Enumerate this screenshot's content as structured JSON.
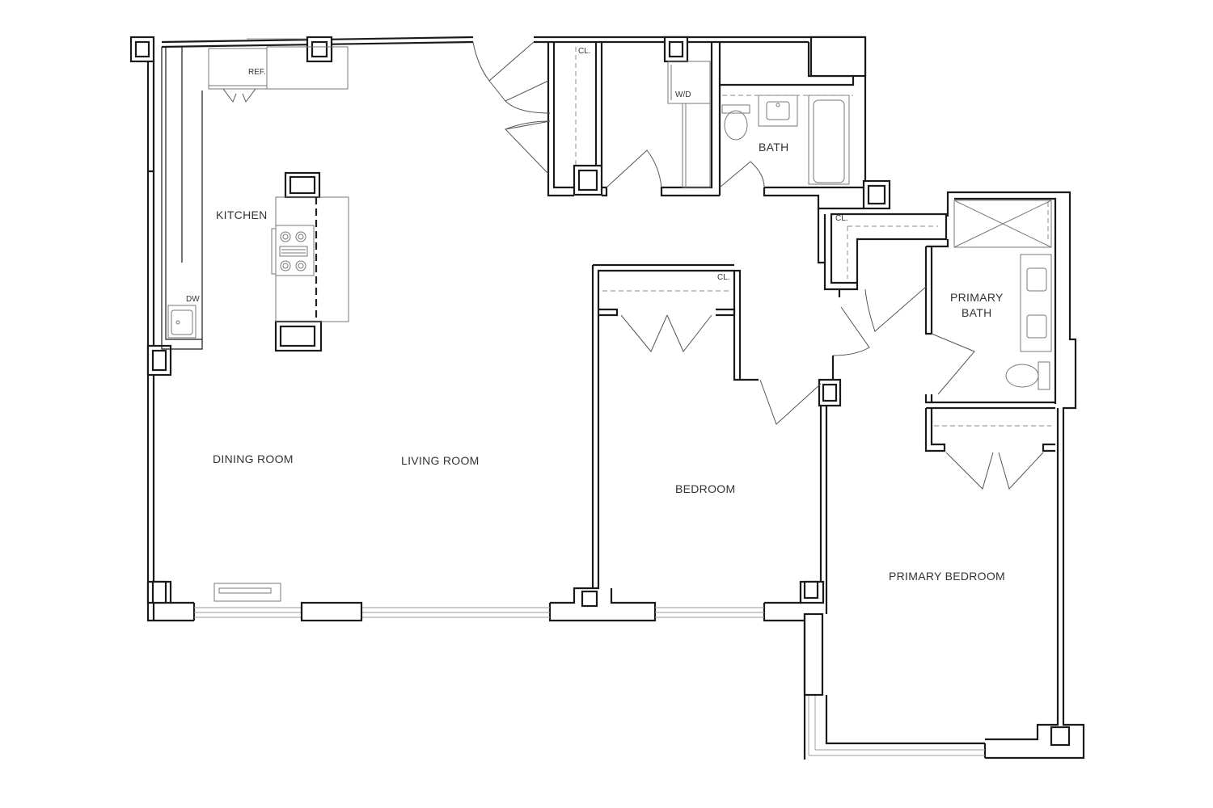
{
  "rooms": {
    "kitchen": "KITCHEN",
    "dining_room": "DINING ROOM",
    "living_room": "LIVING ROOM",
    "bath": "BATH",
    "bedroom": "BEDROOM",
    "primary_bath_line1": "PRIMARY",
    "primary_bath_line2": "BATH",
    "primary_bedroom": "PRIMARY BEDROOM"
  },
  "fixtures": {
    "refrigerator": "REF.",
    "dishwasher": "DW",
    "washer_dryer": "W/D",
    "closet": "CL."
  }
}
